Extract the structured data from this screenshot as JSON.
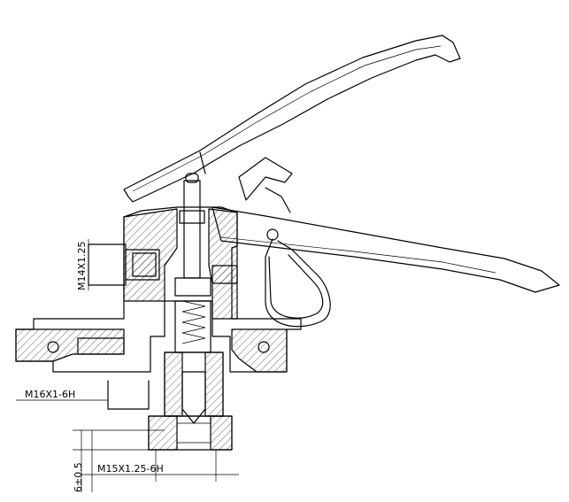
{
  "labels": {
    "thread_side": "M14X1.25",
    "thread_body": "M16X1-6H",
    "thread_outlet": "M15X1.25-6H",
    "dim_height": "6±0.5"
  }
}
